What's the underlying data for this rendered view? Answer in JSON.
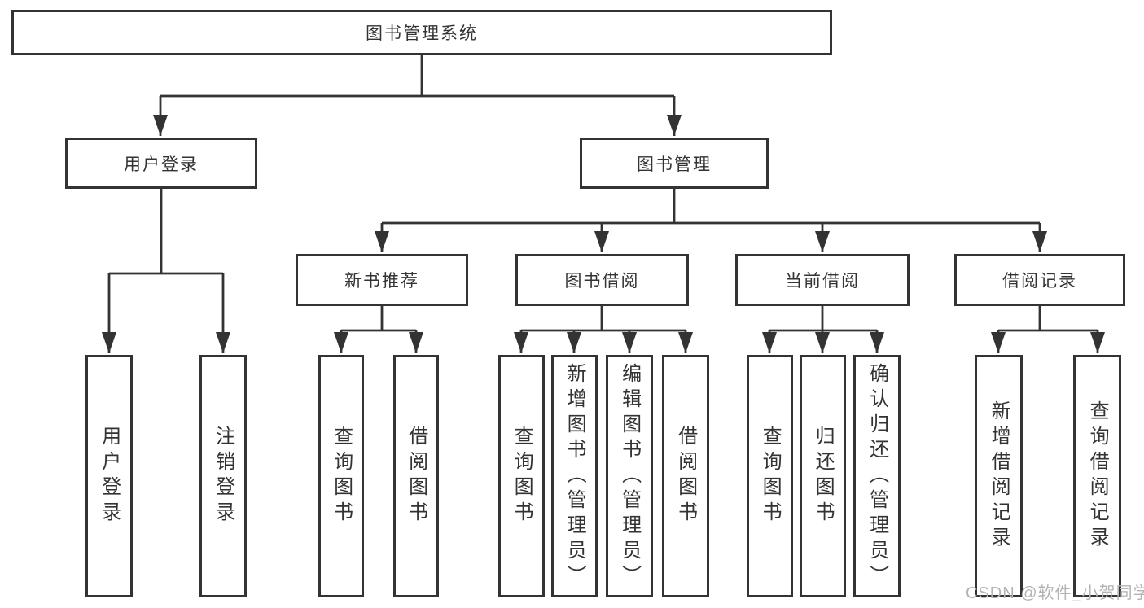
{
  "tree": {
    "label": "图书管理系统",
    "children": [
      {
        "label": "用户登录",
        "children": [
          {
            "label": "用户登录"
          },
          {
            "label": "注销登录"
          }
        ]
      },
      {
        "label": "图书管理",
        "children": [
          {
            "label": "新书推荐",
            "children": [
              {
                "label": "查询图书"
              },
              {
                "label": "借阅图书"
              }
            ]
          },
          {
            "label": "图书借阅",
            "children": [
              {
                "label": "查询图书"
              },
              {
                "label": "新增图书（管理员）"
              },
              {
                "label": "编辑图书（管理员）"
              },
              {
                "label": "借阅图书"
              }
            ]
          },
          {
            "label": "当前借阅",
            "children": [
              {
                "label": "查询图书"
              },
              {
                "label": "归还图书"
              },
              {
                "label": "确认归还（管理员）"
              }
            ]
          },
          {
            "label": "借阅记录",
            "children": [
              {
                "label": "新增借阅记录"
              },
              {
                "label": "查询借阅记录"
              }
            ]
          }
        ]
      }
    ]
  },
  "watermark": "CSDN @软件_小贺同学",
  "colors": {
    "line": "#333333",
    "text": "#333333",
    "box_fill": "#ffffff",
    "background": "#ffffff",
    "watermark": "#b3b3b3"
  }
}
